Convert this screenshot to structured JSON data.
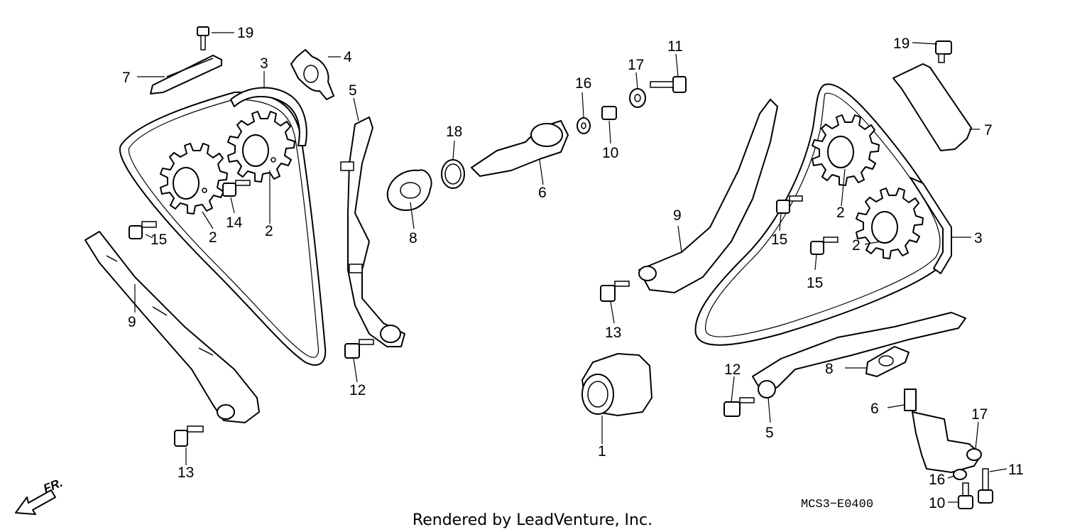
{
  "diagram": {
    "diagram_code": "MCS3−E0400",
    "credit": "Rendered by LeadVenture, Inc.",
    "direction_label": "FR.",
    "direction_icon": "arrow-icon",
    "part_numbers": {
      "n1": "1",
      "n2": "2",
      "n3": "3",
      "n4": "4",
      "n5": "5",
      "n6": "6",
      "n7": "7",
      "n8": "8",
      "n9": "9",
      "n10": "10",
      "n11": "11",
      "n12": "12",
      "n13": "13",
      "n14": "14",
      "n15": "15",
      "n16": "16",
      "n17": "17",
      "n18": "18",
      "n19": "19"
    }
  }
}
